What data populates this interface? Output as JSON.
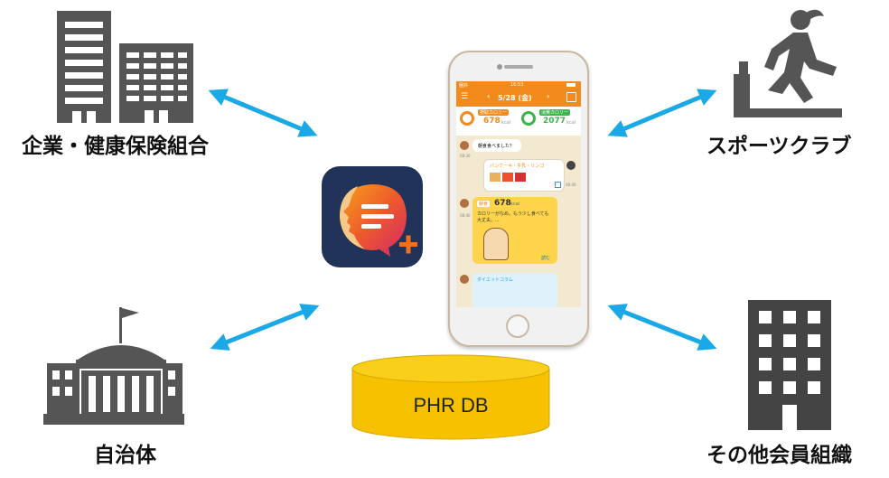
{
  "nodes": {
    "corporate": "企業・健康保険組合",
    "sports": "スポーツクラブ",
    "municipality": "自治体",
    "other": "その他会員組織",
    "database": "PHR DB"
  },
  "phone": {
    "status_carrier": "圏外",
    "status_time": "16:53",
    "date": "5/28 (金)",
    "intake_label": "摂取カロリー",
    "intake_value": "678",
    "intake_unit": "kcal",
    "burn_label": "消費カロリー",
    "burn_value": "2077",
    "burn_unit": "kcal",
    "msg1": "朝食食べました？",
    "msg1_time": "08:30",
    "food_title": "パンケーキ・牛乳・リンゴ",
    "food_time": "08:40",
    "meal_tag": "朝食",
    "meal_value": "678",
    "meal_unit": "kcal",
    "meal_comment": "カロリーがなめ。もう少し食べても大丈夫。...",
    "meal_time": "08:40",
    "read_more": "読む",
    "column_tag": "ダイエットコラム"
  },
  "colors": {
    "arrow": "#1aa8e6",
    "building": "#555555",
    "app_orange": "#f28a1c",
    "db_gold": "#f6c200"
  }
}
